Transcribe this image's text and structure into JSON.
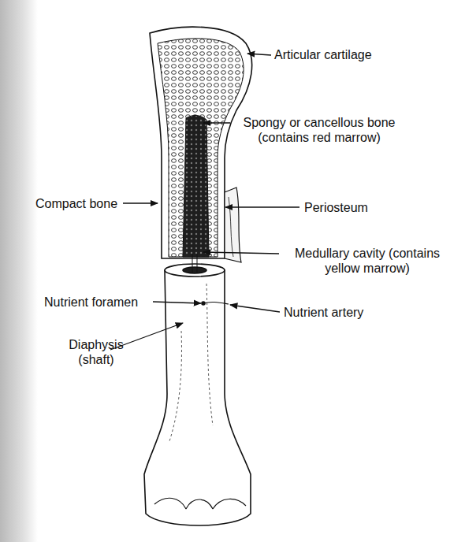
{
  "diagram": {
    "labels": [
      "Articular cartilage",
      "Spongy or cancellous bone (contains red marrow)",
      "Compact bone",
      "Periosteum",
      "Medullary cavity (contains yellow marrow)",
      "Nutrient foramen",
      "Nutrient artery",
      "Diaphysis (shaft)"
    ]
  }
}
